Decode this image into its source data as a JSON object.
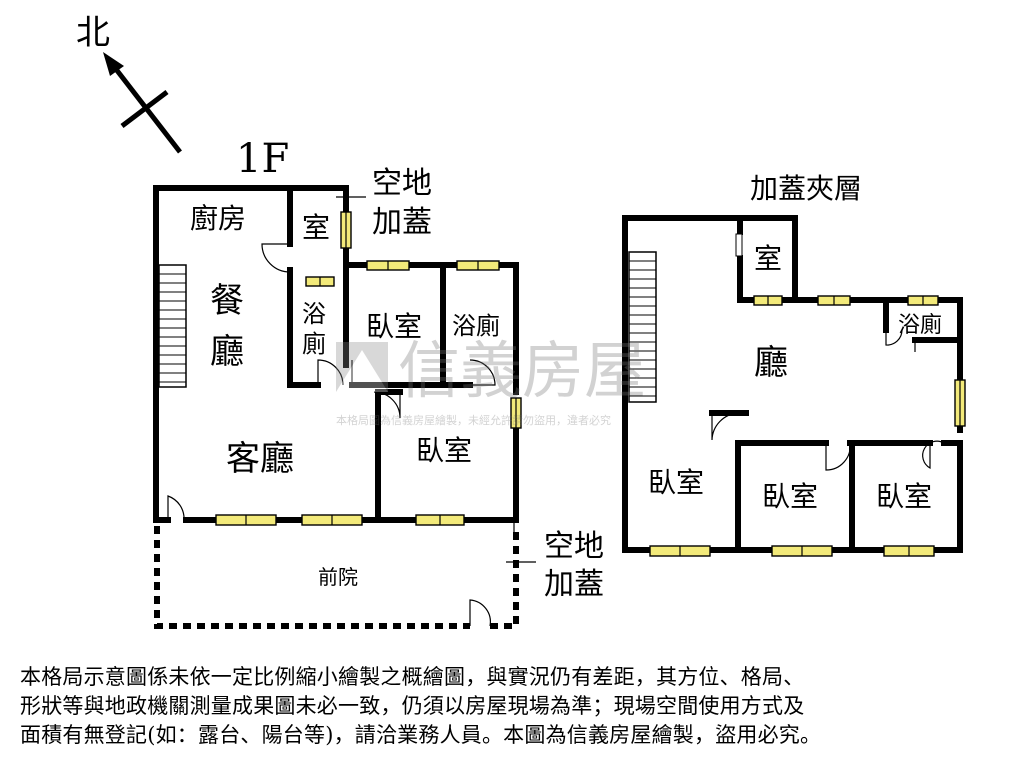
{
  "compass": {
    "north_label": "北"
  },
  "floor1": {
    "title": "1F",
    "rooms": {
      "kitchen": "廚房",
      "small_room": "室",
      "dining_1": "餐",
      "dining_2": "廳",
      "bath_left_1": "浴",
      "bath_left_2": "廁",
      "bedroom_top": "臥室",
      "bath_right": "浴廁",
      "living": "客廳",
      "bedroom_bottom": "臥室",
      "front_yard": "前院"
    },
    "annex_top": [
      "空地",
      "加蓋"
    ],
    "annex_bottom": [
      "空地",
      "加蓋"
    ]
  },
  "mezzanine": {
    "title": "加蓋夾層",
    "rooms": {
      "small_room": "室",
      "bath": "浴廁",
      "hall": "廳",
      "bedroom_left": "臥室",
      "bedroom_mid": "臥室",
      "bedroom_right": "臥室"
    }
  },
  "watermark": {
    "brand": "信義房屋",
    "notice": "本格局圖為信義房屋繪製，未經允許請勿盜用，違者必究"
  },
  "disclaimer": [
    "本格局示意圖係未依一定比例縮小繪製之概繪圖，與實況仍有差距，其方位、格局、",
    "形狀等與地政機關測量成果圖未必一致，仍須以房屋現場為準；現場空間使用方式及",
    "面積有無登記(如：露台、陽台等)，請洽業務人員。本圖為信義房屋繪製，盜用必究。"
  ]
}
